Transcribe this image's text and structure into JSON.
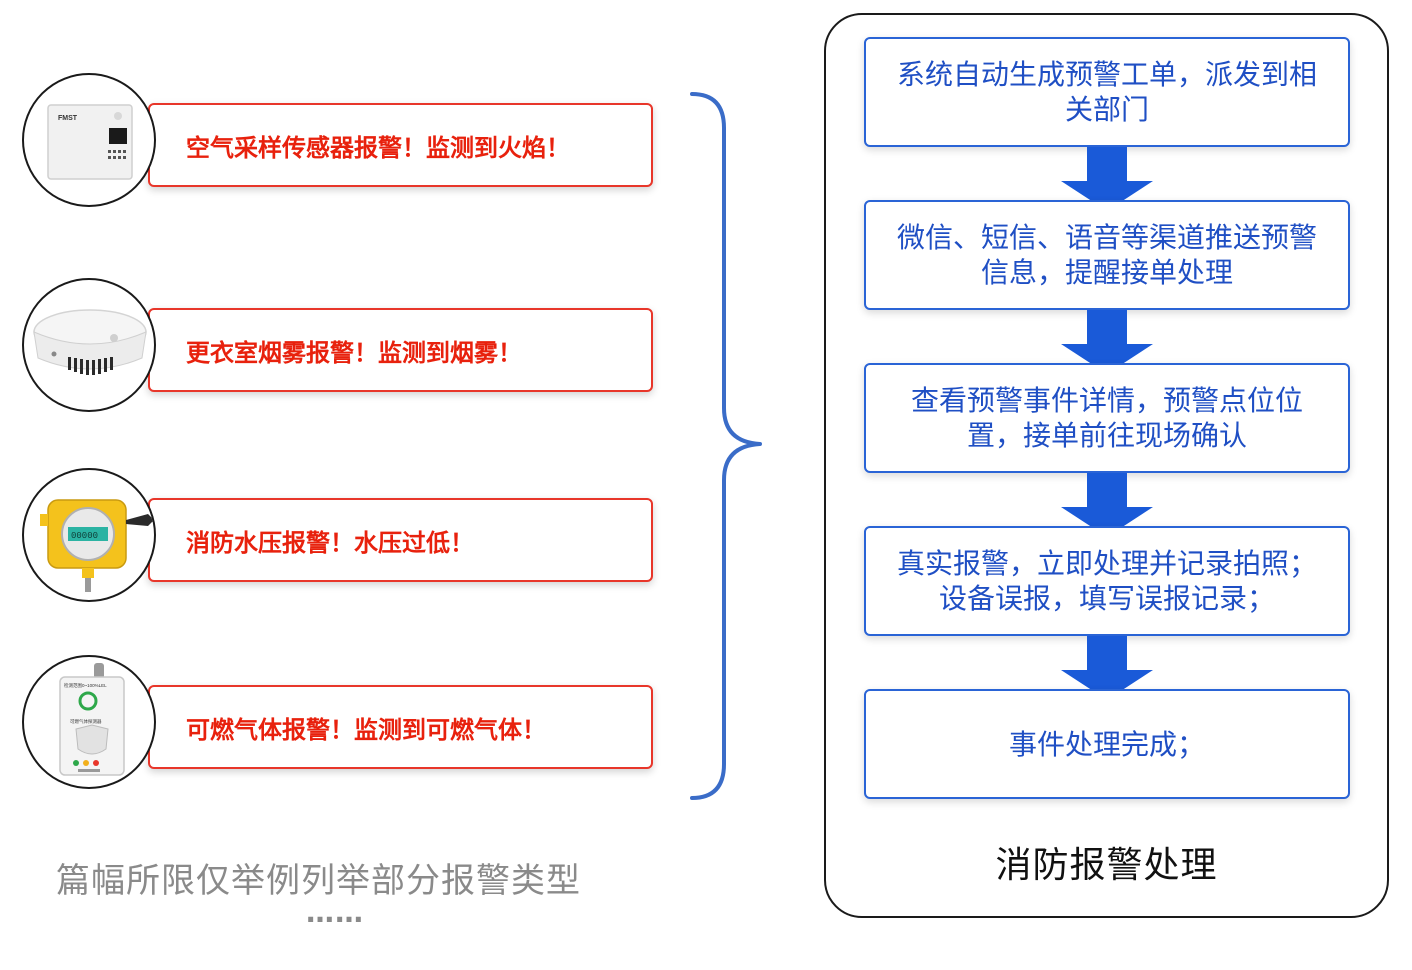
{
  "alerts": [
    {
      "text": "空气采样传感器报警！监测到火焰！",
      "device": "air-sampling-sensor",
      "device_label": "FMST"
    },
    {
      "text": "更衣室烟雾报警！监测到烟雾！",
      "device": "smoke-detector"
    },
    {
      "text": "消防水压报警！水压过低！",
      "device": "water-pressure-sensor",
      "device_label": "00000"
    },
    {
      "text": "可燃气体报警！监测到可燃气体！",
      "device": "combustible-gas-detector",
      "device_label": "检测范围0~100%LEL",
      "device_label_2": "可燃气体探测器"
    }
  ],
  "caption": "篇幅所限仅举例列举部分报警类型",
  "caption_dots": "……",
  "panel": {
    "title": "消防报警处理",
    "steps": [
      "系统自动生成预警工单，派发到相关部门",
      "微信、短信、语音等渠道推送预警信息，提醒接单处理",
      "查看预警事件详情，预警点位位置，接单前往现场确认",
      "真实报警，立即处理并记录拍照；设备误报，填写误报记录；",
      "事件处理完成；"
    ]
  },
  "colors": {
    "alert_border": "#e8362a",
    "alert_text": "#e8210d",
    "step_border": "#2a64d6",
    "step_text": "#1f4fc4",
    "arrow": "#1a5ad8",
    "brace": "#3a6cc8",
    "caption": "#8a8a8a"
  }
}
